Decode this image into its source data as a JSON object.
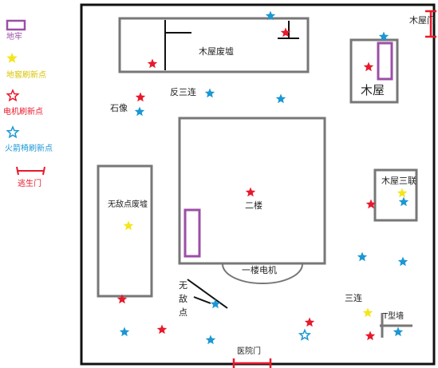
{
  "legend": {
    "basement": "地牢",
    "hatch": "地窖刷新点",
    "generator": "电机刷新点",
    "rocket_chair": "火箭椅刷新点",
    "exit_gate": "逃生门"
  },
  "labels": {
    "cabin_gate": "木屋门",
    "cabin_ruins": "木屋废墟",
    "cabin": "木屋",
    "reverse_triple": "反三连",
    "statue": "石像",
    "second_floor": "二楼",
    "cabin_triple": "木屋三联",
    "no_enemy_ruins": "无敌点废墟",
    "first_floor_generator": "一楼电机",
    "no_enemy_1": "无",
    "no_enemy_2": "敌",
    "no_enemy_3": "点",
    "triple": "三连",
    "t_wall": "T型墙",
    "hospital_gate": "医院门"
  },
  "colors": {
    "wall": "#777777",
    "border": "#111111",
    "basement": "#9b4fa6",
    "generator": "#e8192c",
    "chair": "#1b97d4",
    "hatch": "#f5e51b",
    "gate": "#e8192c"
  },
  "icons": {
    "generator": "star-filled",
    "chair": "star-filled",
    "hatch": "star-filled",
    "hatch_outline": "star-outline"
  }
}
